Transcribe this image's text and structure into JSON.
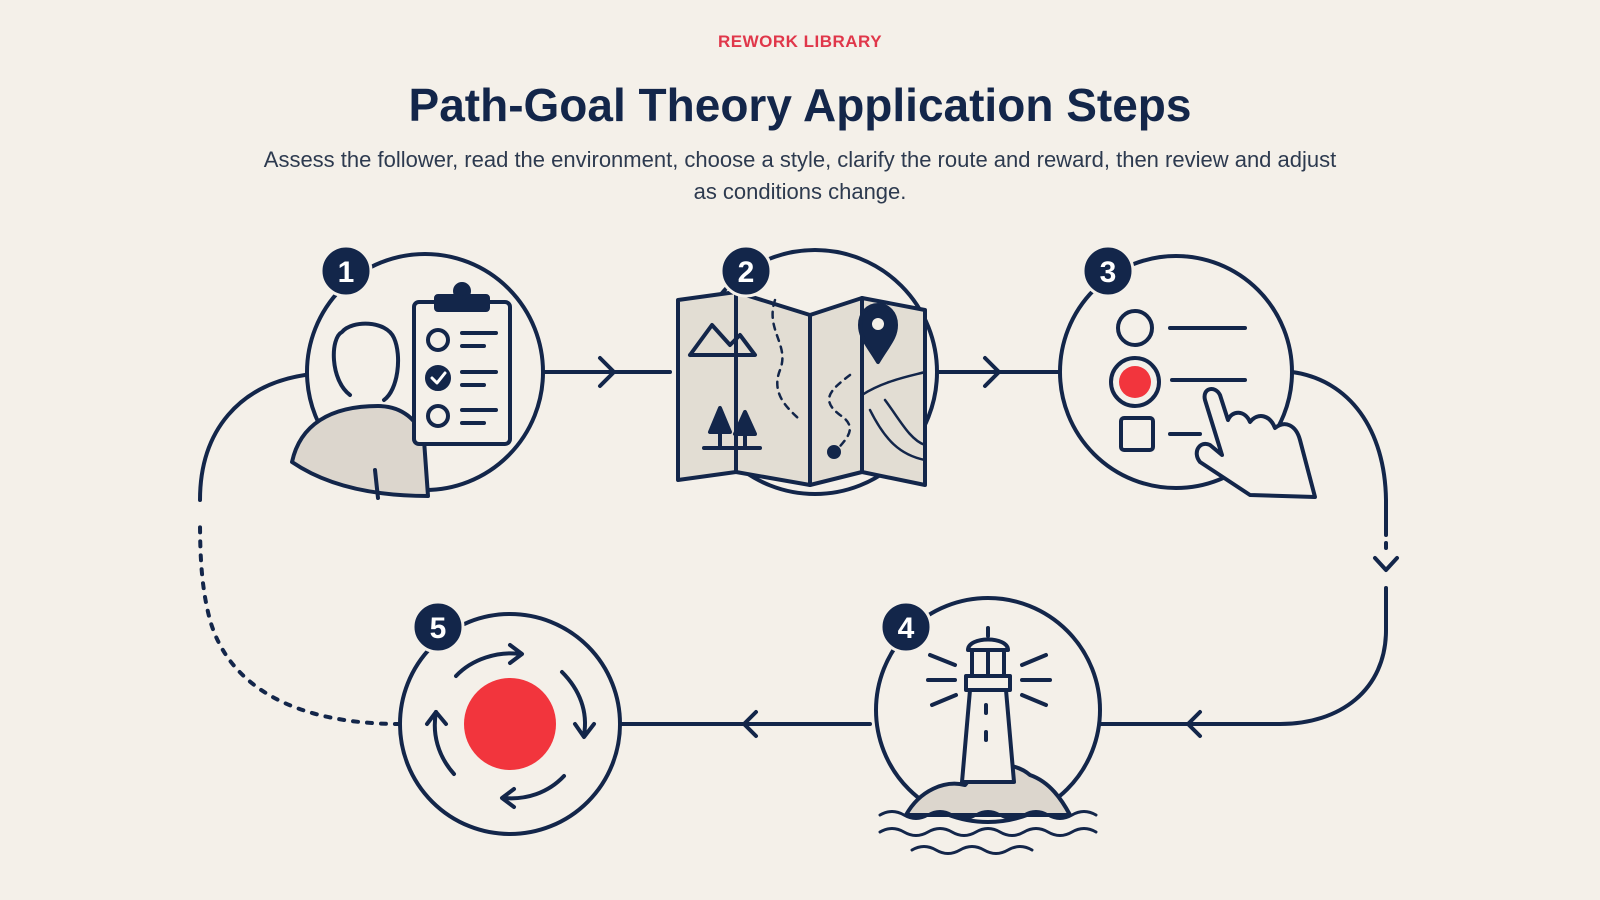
{
  "header": {
    "eyebrow": "REWORK LIBRARY",
    "title": "Path-Goal Theory Application Steps",
    "subtitle": "Assess the follower, read the environment, choose a style, clarify the route and reward, then review and adjust as conditions change."
  },
  "steps": [
    {
      "number": "1",
      "icon": "person-clipboard-icon"
    },
    {
      "number": "2",
      "icon": "map-icon"
    },
    {
      "number": "3",
      "icon": "choice-selection-icon"
    },
    {
      "number": "4",
      "icon": "lighthouse-icon"
    },
    {
      "number": "5",
      "icon": "review-cycle-icon"
    }
  ],
  "colors": {
    "background": "#f4f0e9",
    "navy": "#13264a",
    "accent_red": "#f2353d",
    "eyebrow_red": "#e0374a",
    "fill_beige": "#dcd6cd"
  }
}
